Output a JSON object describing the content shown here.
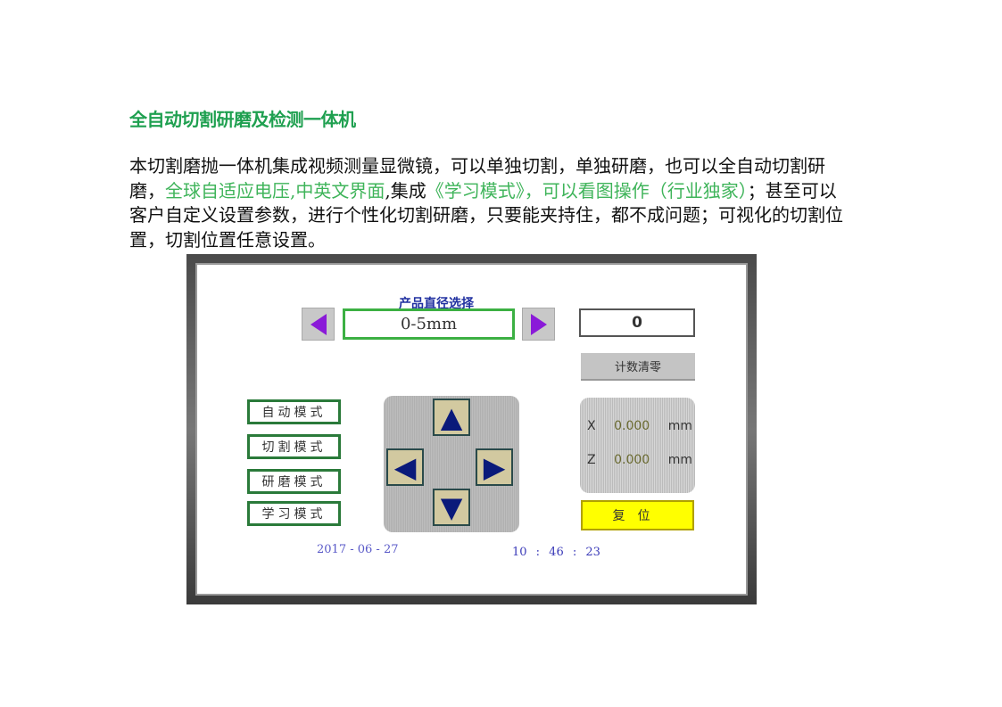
{
  "document": {
    "title": "全自动切割研磨及检测一体机",
    "body": [
      {
        "text": "本切割磨抛一体机集成视频测量显微镜，可以单独切割，单独研磨，也可以全自动切割研磨，",
        "highlight": false
      },
      {
        "text": "全球自适应电压,中英文界面",
        "highlight": true
      },
      {
        "text": ",集成",
        "highlight": false
      },
      {
        "text": "《学习模式》，可以看图操作（行业独家）",
        "highlight": true
      },
      {
        "text": "；甚至可以客户自定义设置参数，进行个性化切割研磨，只要能夹持住，都不成问题；可视化的切割位置，切割位置任意设置。",
        "highlight": false
      }
    ]
  },
  "hmi": {
    "title": "产品直径选择",
    "diameter_value": "0-5mm",
    "counter": "0",
    "clear_count": "计数清零",
    "modes": [
      "自动模式",
      "切割模式",
      "研磨模式",
      "学习模式"
    ],
    "jog": {
      "up": "▲",
      "down": "▼",
      "left": "◀",
      "right": "▶"
    },
    "position": [
      {
        "axis": "X",
        "value": "0.000",
        "unit": "mm"
      },
      {
        "axis": "Z",
        "value": "0.000",
        "unit": "mm"
      }
    ],
    "reset": "复位",
    "date": "2017 - 06 - 27",
    "time": "10 : 46 : 23"
  }
}
